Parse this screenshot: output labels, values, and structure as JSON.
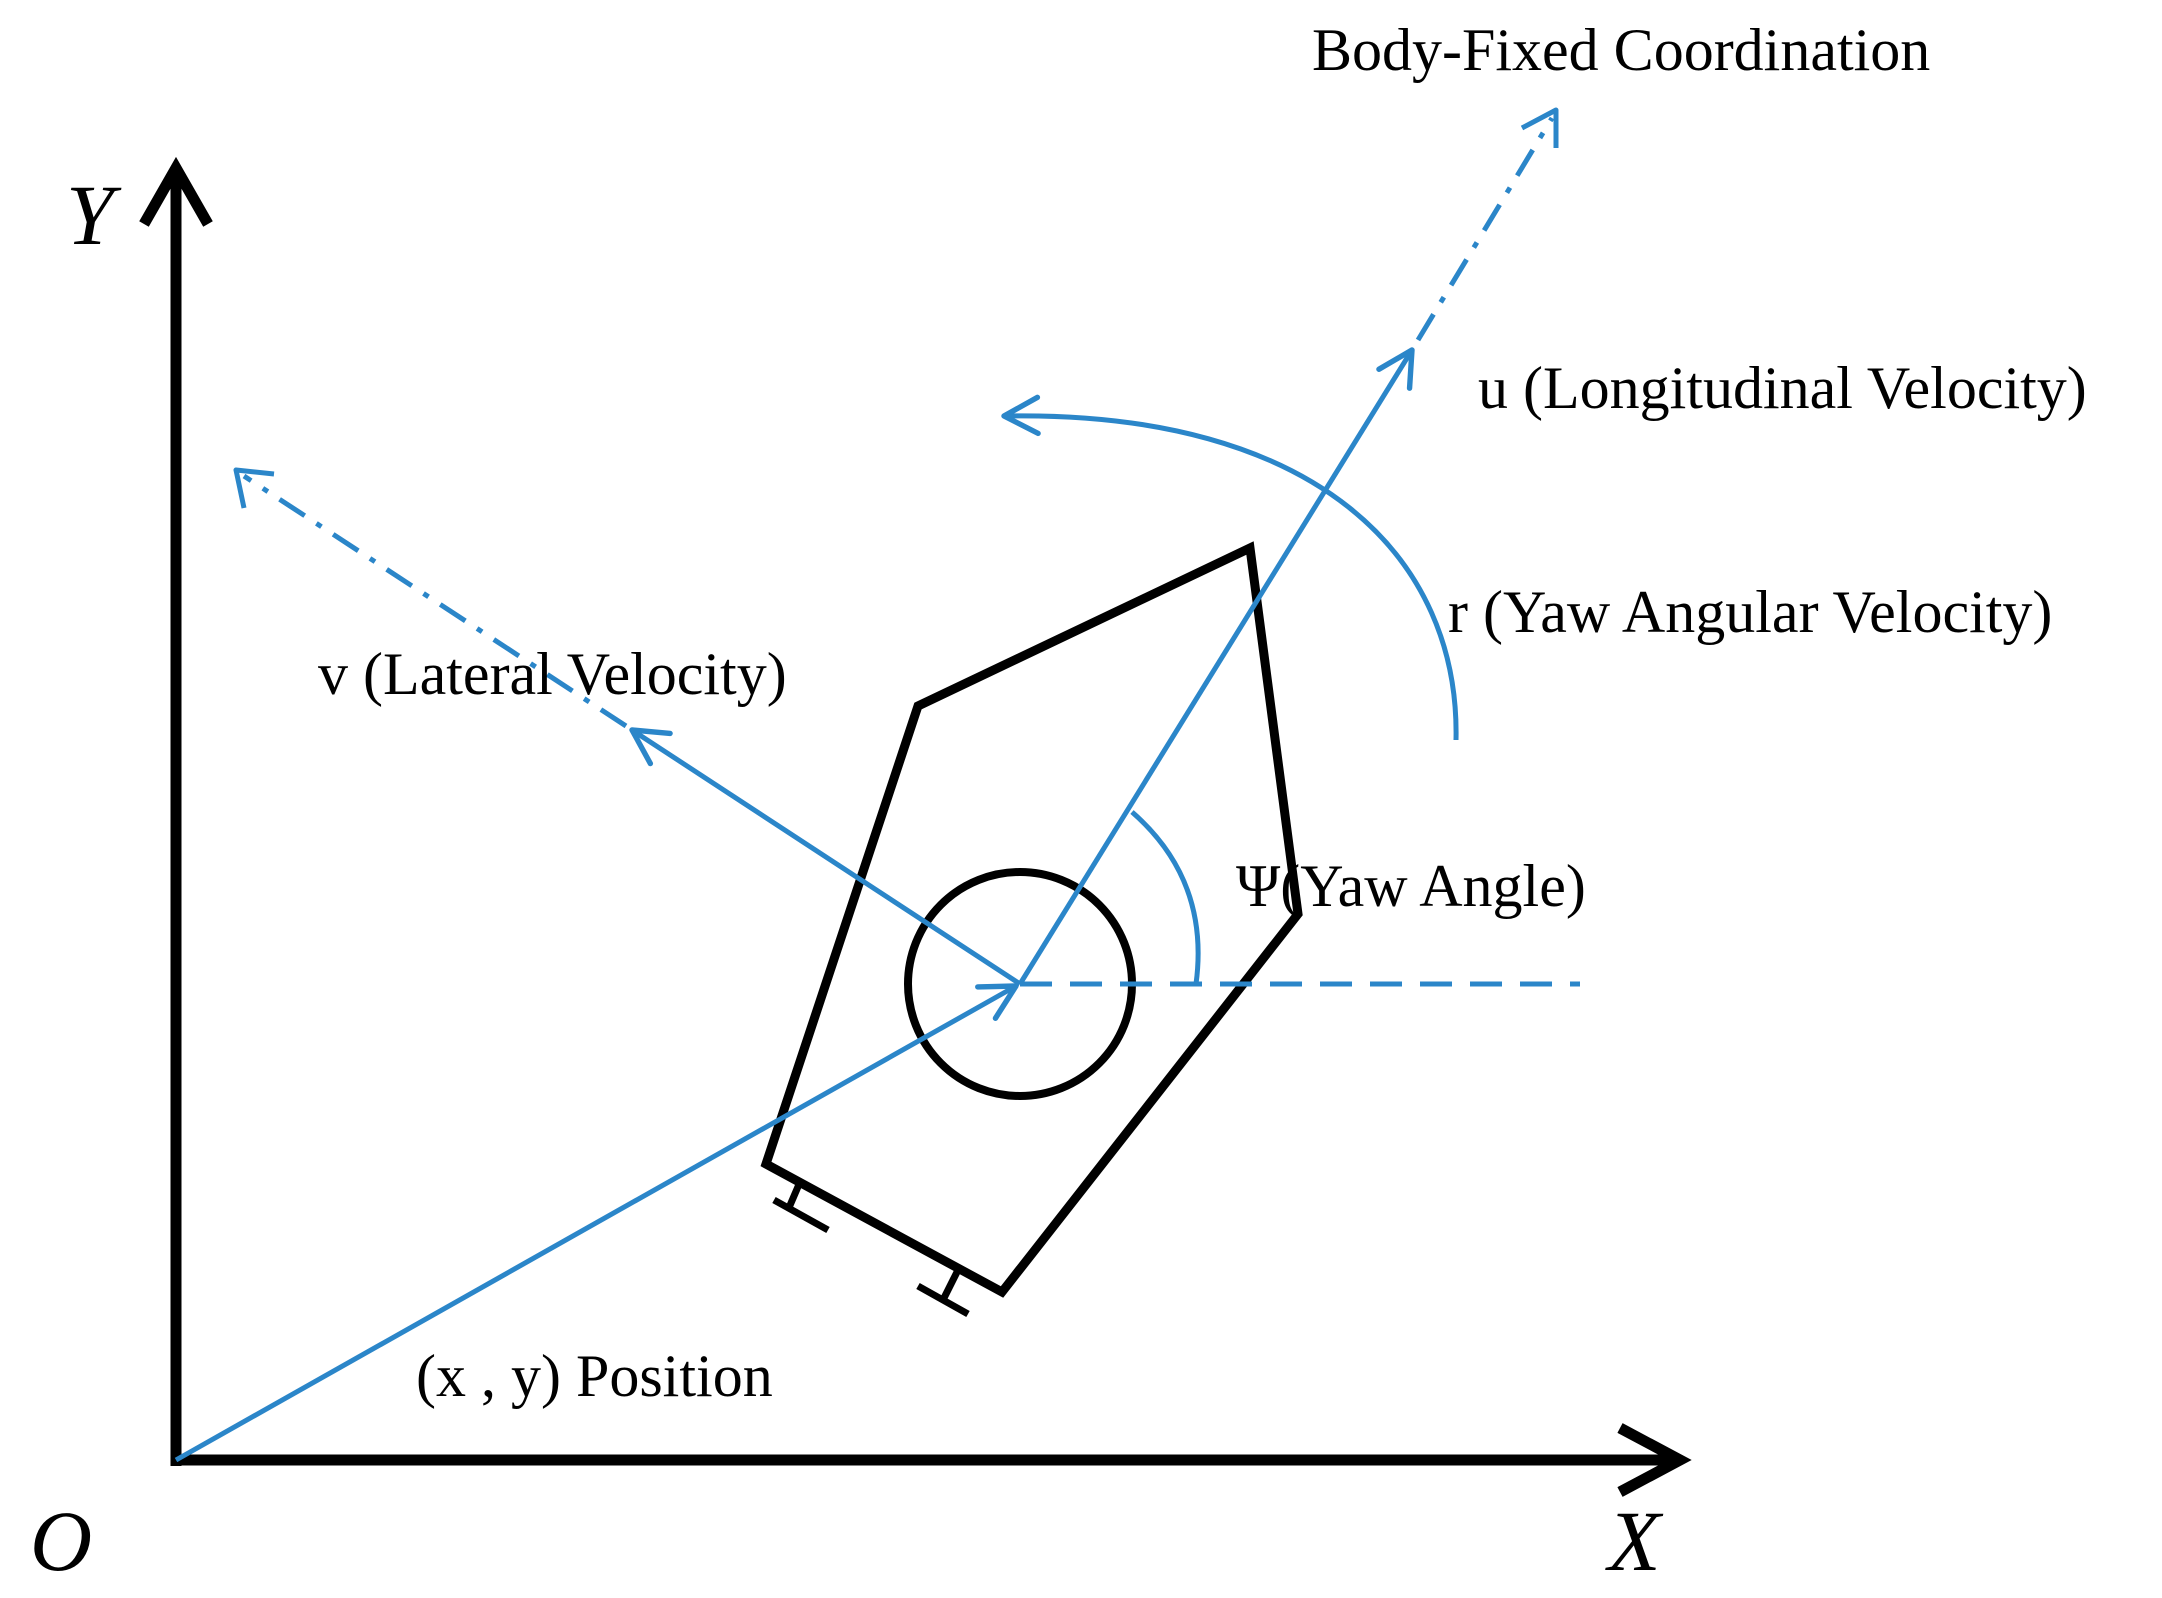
{
  "title": "Body-Fixed Coordination",
  "axes": {
    "x_label": "X",
    "y_label": "Y",
    "origin_label": "O"
  },
  "labels": {
    "longitudinal": "u (Longitudinal Velocity)",
    "yaw_rate": "r (Yaw Angular Velocity)",
    "lateral": "v (Lateral Velocity)",
    "yaw_angle": "Ψ(Yaw Angle)",
    "position": "(x , y)  Position"
  },
  "colors": {
    "axes": "#000000",
    "vectors": "#2b86c9",
    "vessel": "#000000",
    "background": "#ffffff"
  }
}
